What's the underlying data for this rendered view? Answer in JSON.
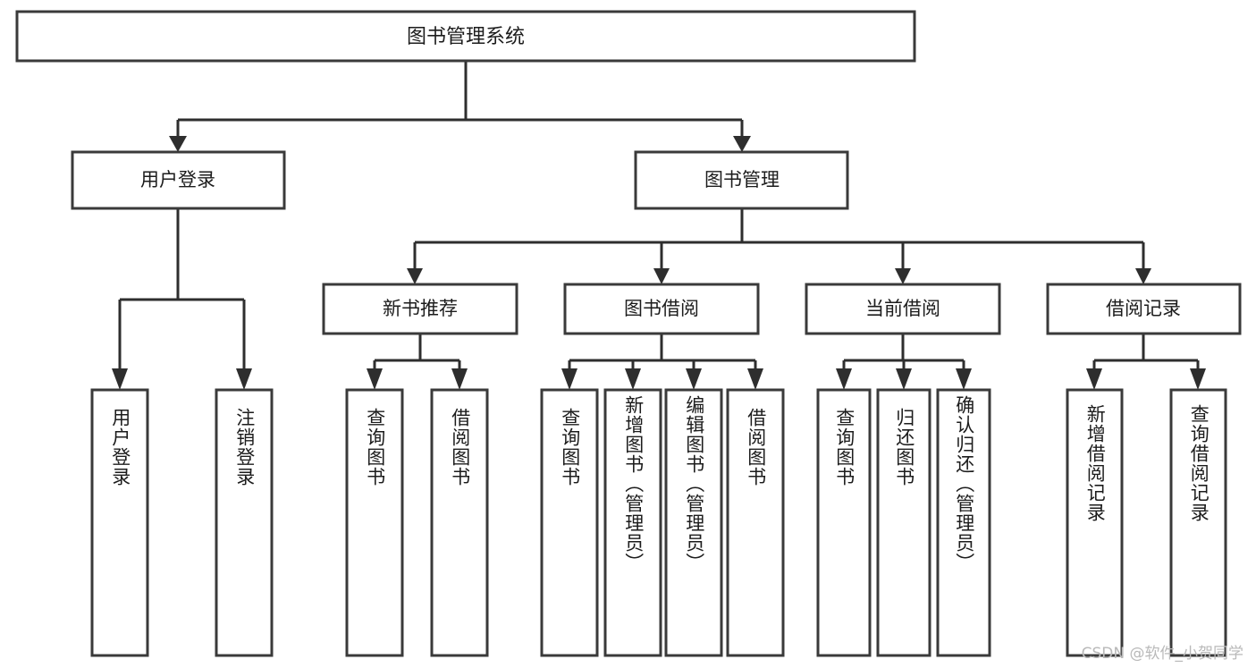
{
  "diagram": {
    "type": "tree-hierarchy",
    "title": "图书管理系统",
    "watermark": "CSDN @软件_小贺同学",
    "colors": {
      "box_stroke": "#3a3a3a",
      "connector": "#2e2e2e",
      "box_fill": "#ffffff",
      "text": "#1c1c1c",
      "watermark": "#b9b9b9",
      "background": "#ffffff"
    },
    "root": {
      "label": "图书管理系统"
    },
    "level2": [
      {
        "label": "用户登录"
      },
      {
        "label": "图书管理"
      }
    ],
    "level3": [
      {
        "label": "新书推荐"
      },
      {
        "label": "图书借阅"
      },
      {
        "label": "当前借阅"
      },
      {
        "label": "借阅记录"
      }
    ],
    "leaves": {
      "user_login": [
        {
          "label": "用户登录"
        },
        {
          "label": "注销登录"
        }
      ],
      "new_book_recommend": [
        {
          "label": "查询图书"
        },
        {
          "label": "借阅图书"
        }
      ],
      "book_borrow": [
        {
          "label": "查询图书"
        },
        {
          "label": "新增图书（管理员）"
        },
        {
          "label": "编辑图书（管理员）"
        },
        {
          "label": "借阅图书"
        }
      ],
      "current_borrow": [
        {
          "label": "查询图书"
        },
        {
          "label": "归还图书"
        },
        {
          "label": "确认归还（管理员）"
        }
      ],
      "borrow_record": [
        {
          "label": "新增借阅记录"
        },
        {
          "label": "查询借阅记录"
        }
      ]
    }
  }
}
